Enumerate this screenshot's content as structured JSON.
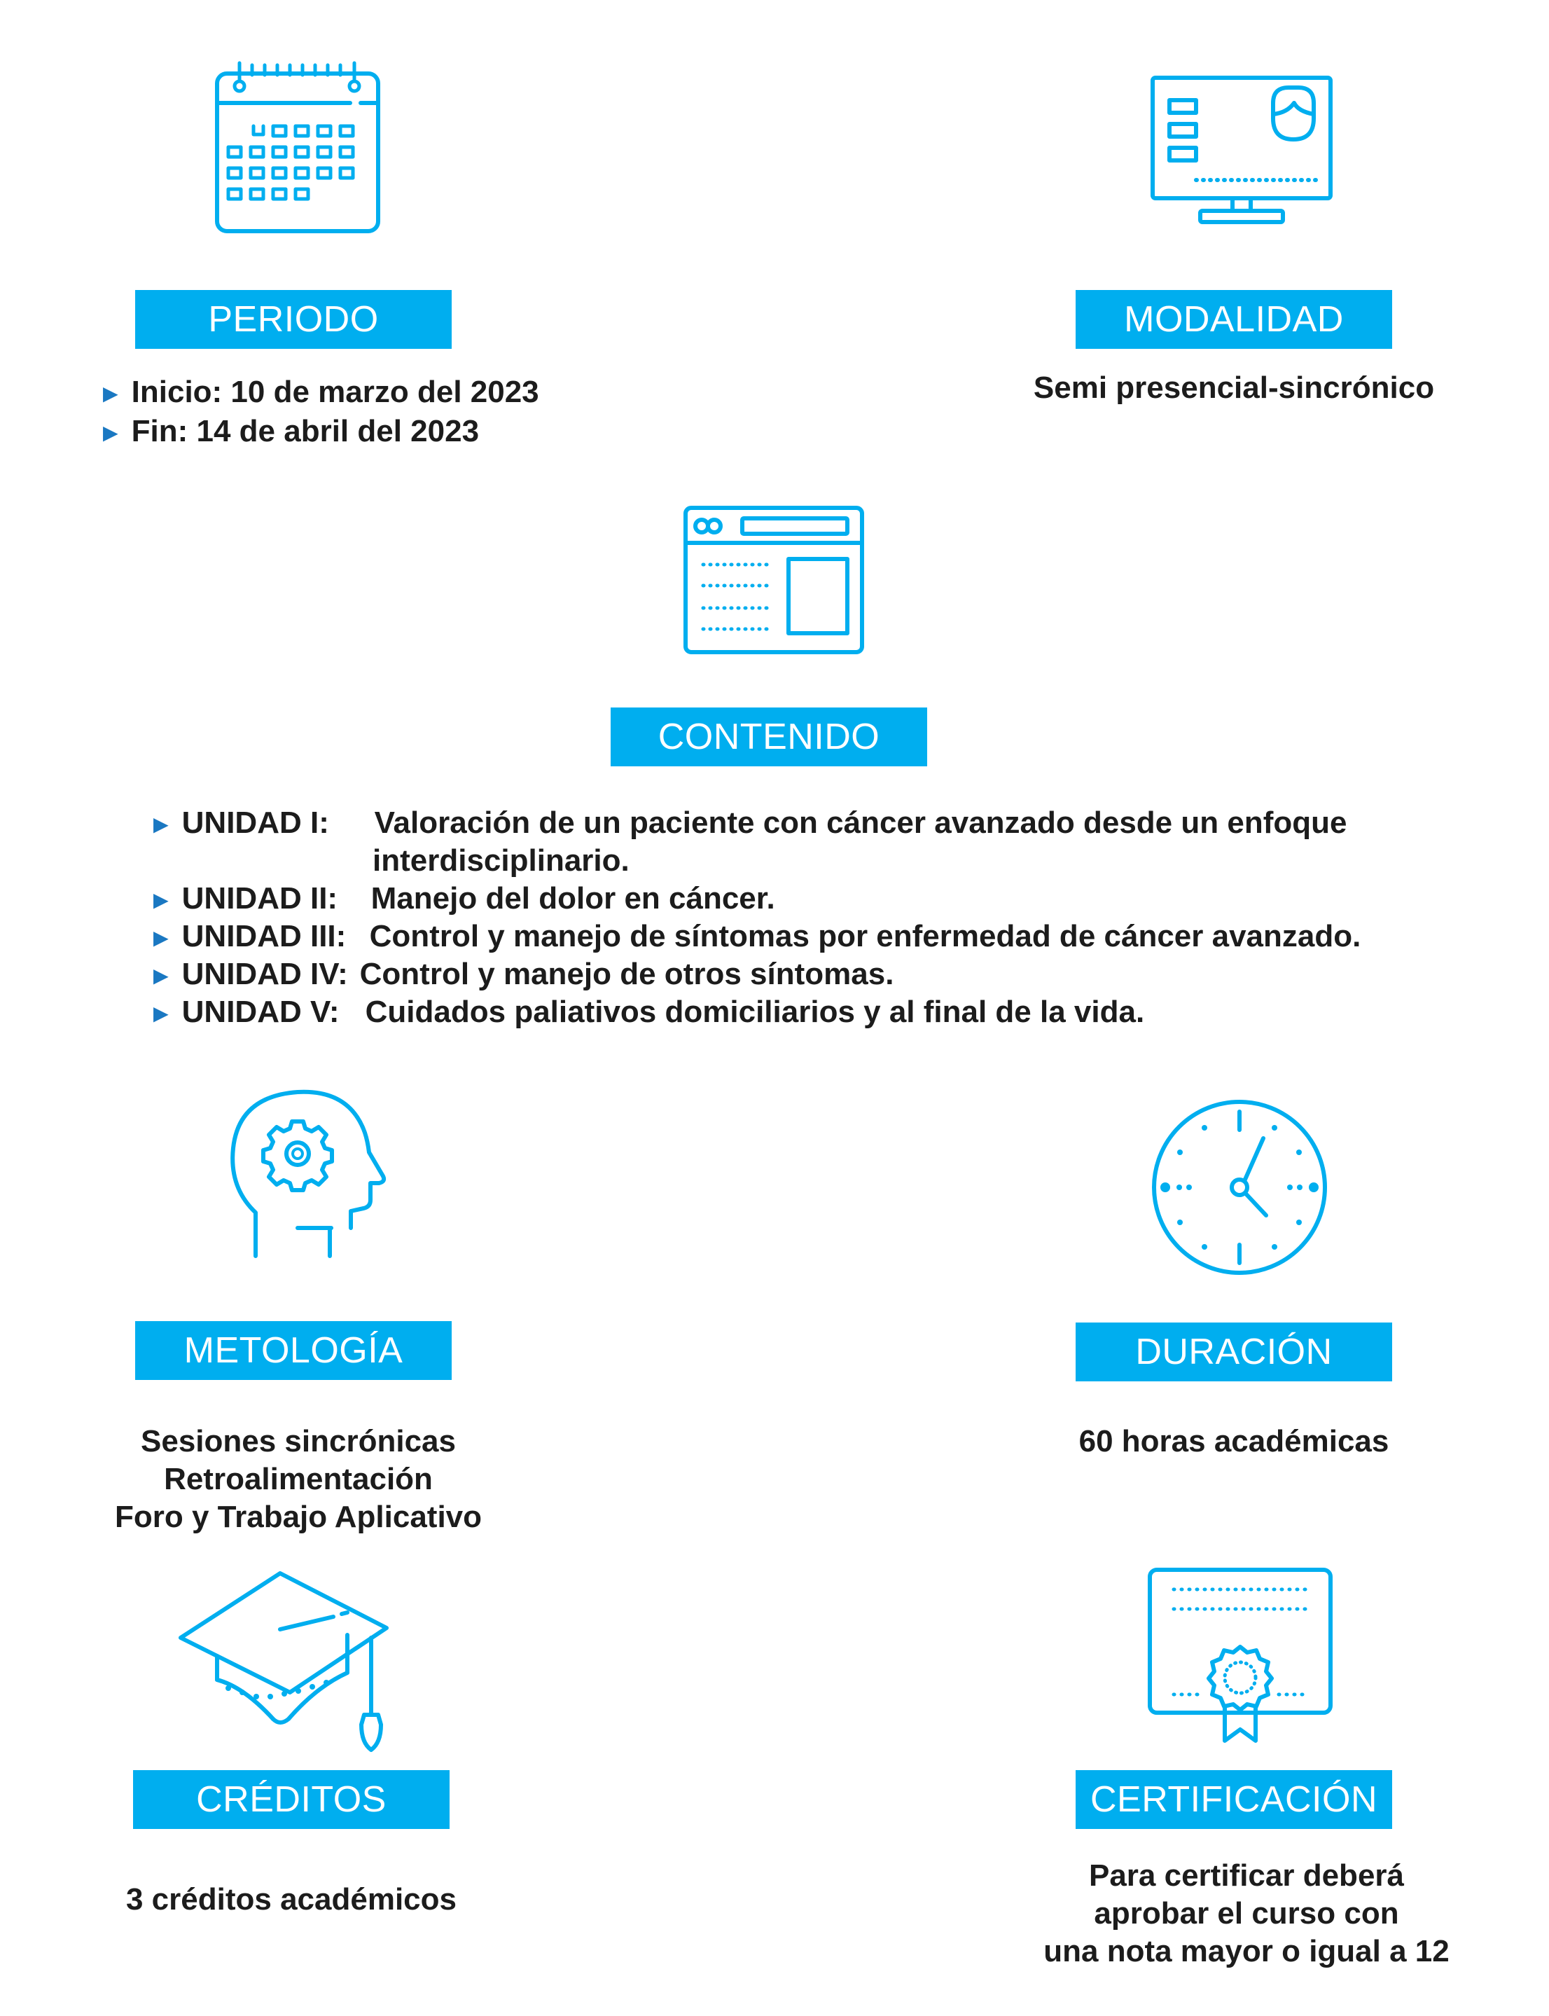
{
  "periodo": {
    "label": "PERIODO",
    "items": [
      "Inicio: 10 de marzo del 2023",
      "Fin: 14 de abril del 2023"
    ]
  },
  "modalidad": {
    "label": "MODALIDAD",
    "text": "Semi presencial-sincrónico"
  },
  "contenido": {
    "label": "CONTENIDO",
    "units": [
      {
        "name": "UNIDAD I:",
        "text": "Valoración de un paciente con cáncer avanzado desde un enfoque",
        "cont": "interdisciplinario."
      },
      {
        "name": "UNIDAD II:",
        "text": "Manejo del dolor en cáncer."
      },
      {
        "name": "UNIDAD III:",
        "text": "Control y manejo de síntomas por enfermedad de cáncer avanzado."
      },
      {
        "name": "UNIDAD IV:",
        "text": "Control y manejo de otros síntomas."
      },
      {
        "name": "UNIDAD V:",
        "text": "Cuidados paliativos domiciliarios y al final de la vida."
      }
    ]
  },
  "metologia": {
    "label": "METOLOGÍA",
    "lines": [
      "Sesiones sincrónicas",
      "Retroalimentación",
      "Foro y Trabajo Aplicativo"
    ]
  },
  "duracion": {
    "label": "DURACIÓN",
    "text": "60 horas académicas"
  },
  "creditos": {
    "label": "CRÉDITOS",
    "text": "3 créditos académicos"
  },
  "certificacion": {
    "label": "CERTIFICACIÓN",
    "lines": [
      "Para certificar deberá",
      "aprobar el curso con",
      "una nota mayor o igual a 12"
    ]
  },
  "icons": {
    "periodo": "calendar-icon",
    "modalidad": "monitor-user-icon",
    "contenido": "browser-window-icon",
    "metologia": "head-gear-icon",
    "duracion": "clock-icon",
    "creditos": "graduation-cap-icon",
    "certificacion": "certificate-icon"
  },
  "colors": {
    "accent": "#00aeef",
    "bullet": "#1a78c2",
    "text": "#1c1c1c"
  }
}
